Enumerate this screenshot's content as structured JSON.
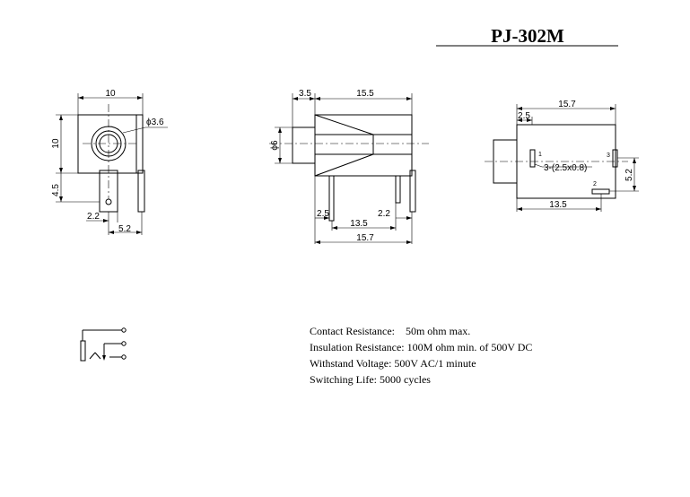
{
  "title": "PJ-302M",
  "front_view": {
    "width_label": "10",
    "diameter_label": "ϕ3.6",
    "height_label": "10",
    "pin_height_label": "4.5",
    "pin_offset_label": "2.2",
    "pin_span_label": "5.2"
  },
  "side_view": {
    "nose_label": "3.5",
    "body_label": "15.5",
    "diameter_label": "ϕ6",
    "pin_gap_label": "2.5",
    "pin_right_label": "2.2",
    "pin_pitch_label": "13.5",
    "overall_label": "15.7"
  },
  "pcb_view": {
    "overall_label": "15.7",
    "offset_label": "2.5",
    "pin1_label": "1",
    "pin2_label": "2",
    "pin3_label": "3",
    "slot_label": "3-(2.5x0.8)",
    "pitch_label": "13.5",
    "height_label": "5.2"
  },
  "specs": [
    "Contact Resistance:    50m ohm max.",
    "Insulation Resistance: 100M ohm min. of 500V DC",
    "Withstand Voltage: 500V AC/1 minute",
    "Switching Life: 5000 cycles"
  ]
}
